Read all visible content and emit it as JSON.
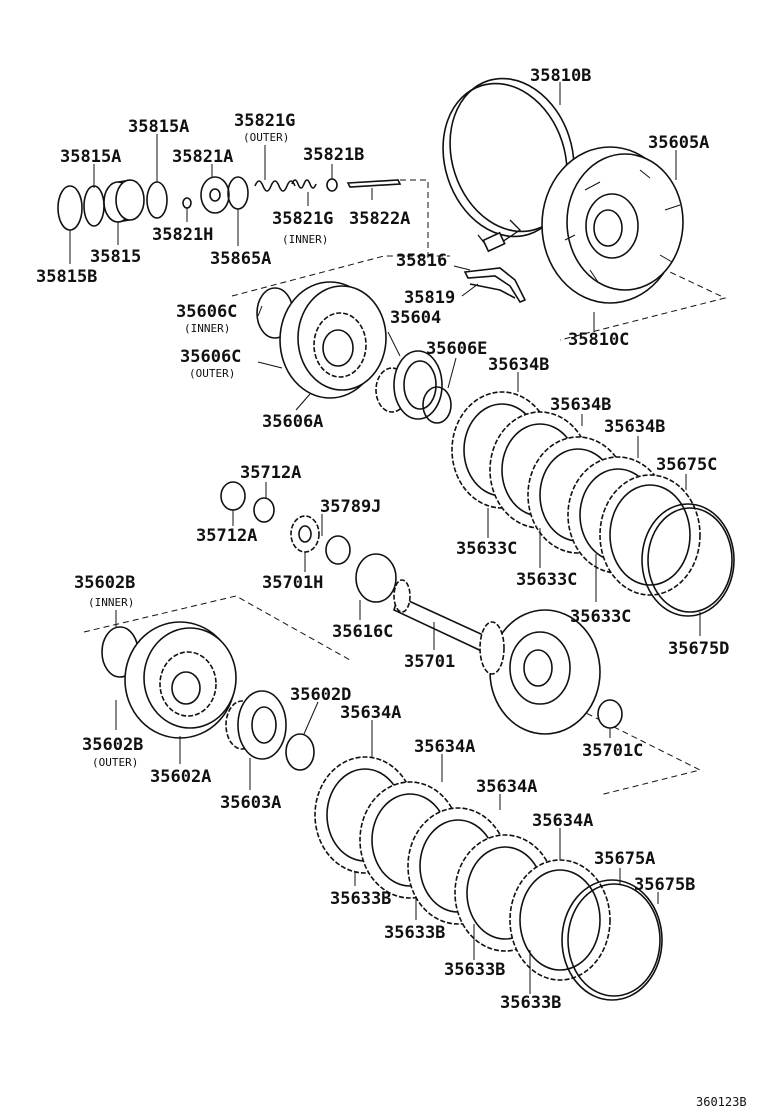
{
  "figure_code": "360123B",
  "labels": {
    "p35810B": "35810B",
    "p35605A": "35605A",
    "p35815A_top": "35815A",
    "p35815A": "35815A",
    "p35821G": "35821G",
    "p35821G_sub": "(OUTER)",
    "p35821A": "35821A",
    "p35821B": "35821B",
    "p35821G_inner": "35821G",
    "p35821G_inner_sub": "(INNER)",
    "p35822A": "35822A",
    "p35821H": "35821H",
    "p35815": "35815",
    "p35865A": "35865A",
    "p35815B": "35815B",
    "p35816": "35816",
    "p35819": "35819",
    "p35810C": "35810C",
    "p35606C_inner": "35606C",
    "p35606C_inner_sub": "(INNER)",
    "p35604": "35604",
    "p35606C_outer": "35606C",
    "p35606C_outer_sub": "(OUTER)",
    "p35606E": "35606E",
    "p35634B_1": "35634B",
    "p35606A": "35606A",
    "p35634B_2": "35634B",
    "p35634B_3": "35634B",
    "p35675C": "35675C",
    "p35712A_1": "35712A",
    "p35789J": "35789J",
    "p35712A_2": "35712A",
    "p35633C_1": "35633C",
    "p35701H": "35701H",
    "p35633C_2": "35633C",
    "p35602B_inner": "35602B",
    "p35602B_inner_sub": "(INNER)",
    "p35633C_3": "35633C",
    "p35616C": "35616C",
    "p35675D": "35675D",
    "p35701": "35701",
    "p35602D": "35602D",
    "p35634A_1": "35634A",
    "p35602B_outer": "35602B",
    "p35602B_outer_sub": "(OUTER)",
    "p35634A_2": "35634A",
    "p35701C": "35701C",
    "p35602A": "35602A",
    "p35603A": "35603A",
    "p35634A_3": "35634A",
    "p35634A_4": "35634A",
    "p35675A": "35675A",
    "p35675B": "35675B",
    "p35633B_1": "35633B",
    "p35633B_2": "35633B",
    "p35633B_3": "35633B",
    "p35633B_4": "35633B"
  }
}
